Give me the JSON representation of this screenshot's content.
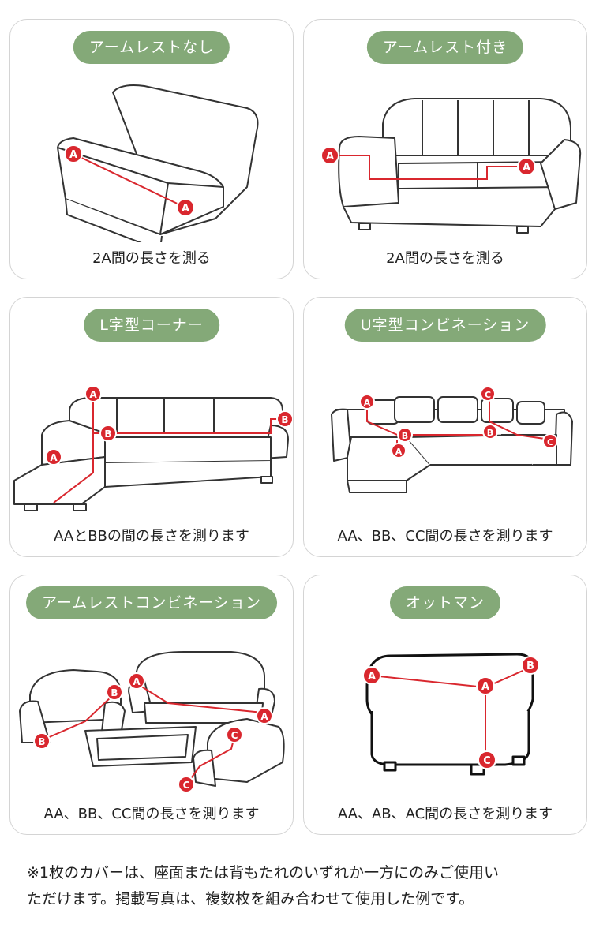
{
  "cards": [
    {
      "title": "アームレストなし",
      "caption": "2A間の長さを測る"
    },
    {
      "title": "アームレスト付き",
      "caption": "2A間の長さを測る"
    },
    {
      "title": "L字型コーナー",
      "caption": "AAとBBの間の長さを測ります"
    },
    {
      "title": "U字型コンビネーション",
      "caption": "AA、BB、CC間の長さを測ります"
    },
    {
      "title": "アームレストコンビネーション",
      "caption": "AA、BB、CC間の長さを測ります"
    },
    {
      "title": "オットマン",
      "caption": "AA、AB、AC間の長さを測ります"
    }
  ],
  "markers": {
    "a": "A",
    "b": "B",
    "c": "C"
  },
  "note": {
    "line1": "※1枚のカバーは、座面または背もたれのいずれか一方にのみご使用い",
    "line2": "ただけます。掲載写真は、複数枚を組み合わせて使用した例です。"
  },
  "colors": {
    "accent": "#84a978",
    "marker": "#d9272e",
    "border": "#d4d4d4"
  }
}
